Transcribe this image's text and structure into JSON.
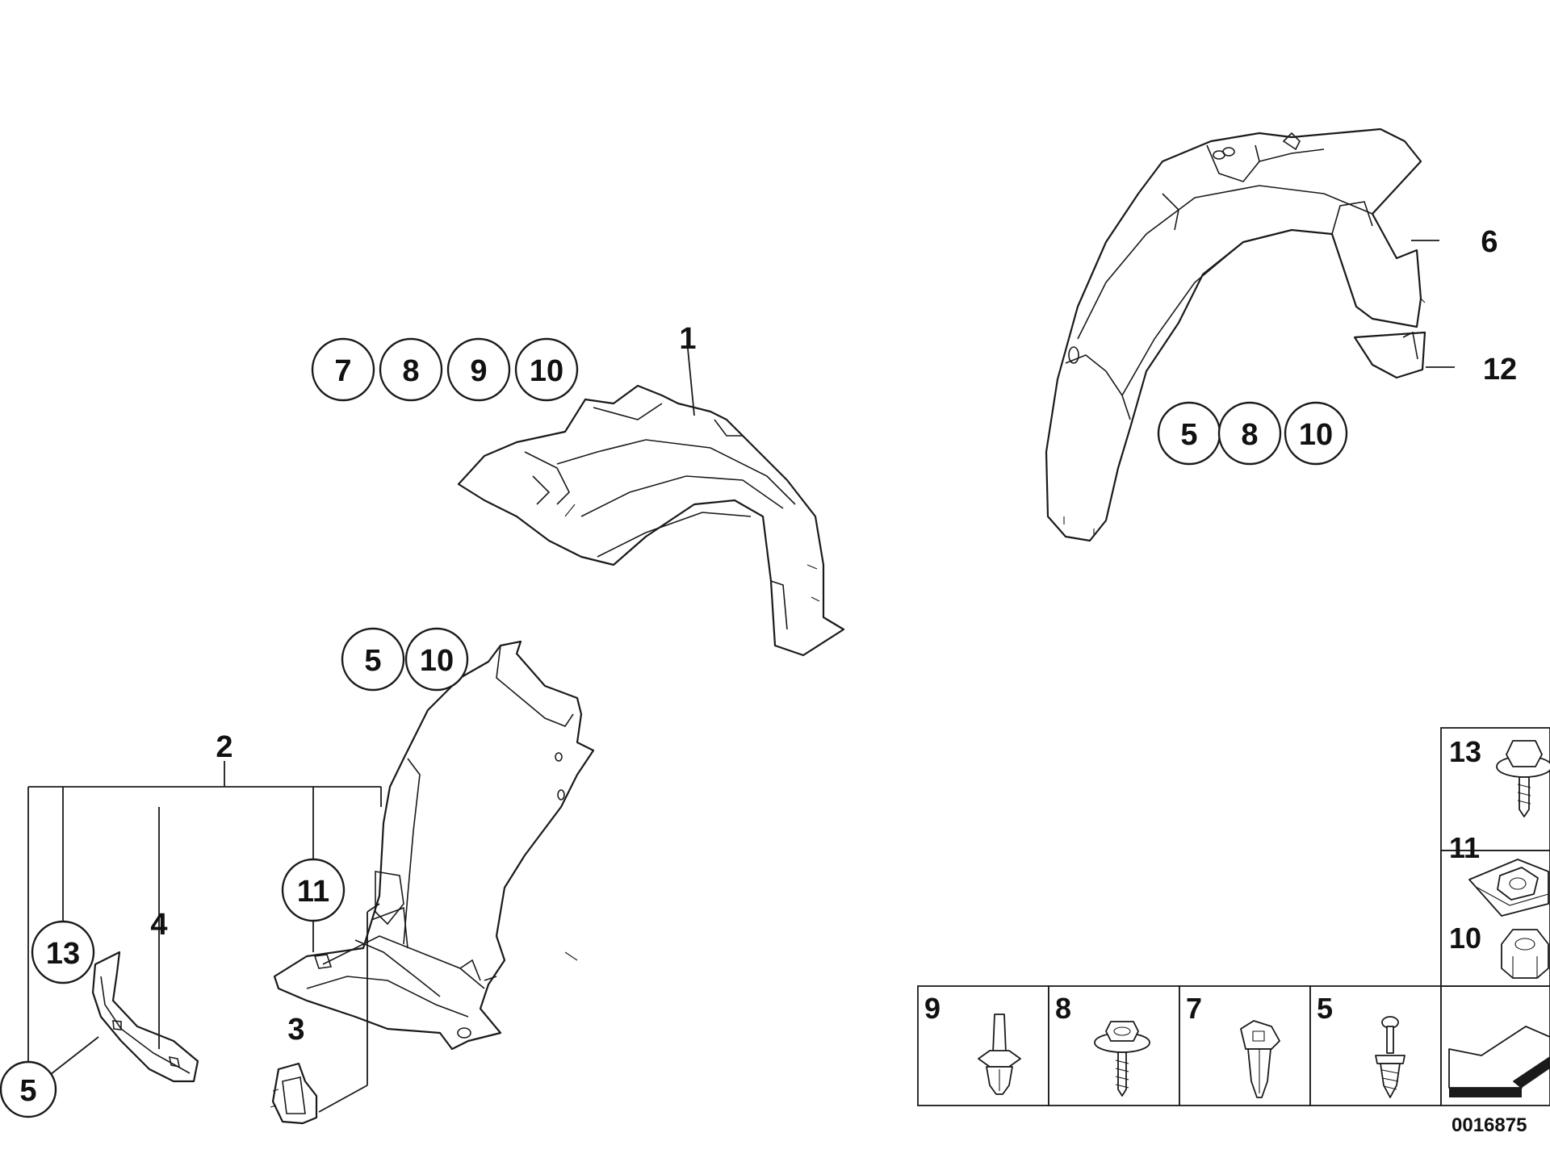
{
  "part_labels": [
    {
      "id": "p1",
      "text": "1"
    },
    {
      "id": "p2",
      "text": "2"
    },
    {
      "id": "p3",
      "text": "3"
    },
    {
      "id": "p4",
      "text": "4"
    },
    {
      "id": "p5",
      "text": "5"
    },
    {
      "id": "p6",
      "text": "6"
    },
    {
      "id": "p12",
      "text": "12"
    }
  ],
  "callout_groups": [
    {
      "id": "top-center",
      "items": [
        "7",
        "8",
        "9",
        "10"
      ]
    },
    {
      "id": "right-rear",
      "items": [
        "5",
        "8",
        "10"
      ]
    },
    {
      "id": "center-front",
      "items": [
        "5",
        "10"
      ]
    },
    {
      "id": "left-11",
      "items": [
        "11"
      ]
    },
    {
      "id": "left-13",
      "items": [
        "13"
      ]
    }
  ],
  "hardware_legend": {
    "bottom_row": [
      {
        "number": "9",
        "icon": "push-rivet-icon"
      },
      {
        "number": "8",
        "icon": "hex-flange-screw-icon"
      },
      {
        "number": "7",
        "icon": "expanding-nut-icon"
      },
      {
        "number": "5",
        "icon": "spreader-rivet-icon"
      }
    ],
    "right_column": [
      {
        "number": "13",
        "icon": "hex-bolt-icon"
      },
      {
        "number": "11",
        "icon": "clip-nut-icon"
      },
      {
        "number": "10",
        "icon": "hex-nut-icon"
      }
    ],
    "arrow_icon": "direction-arrow-icon"
  },
  "diagram_id": "0016875"
}
